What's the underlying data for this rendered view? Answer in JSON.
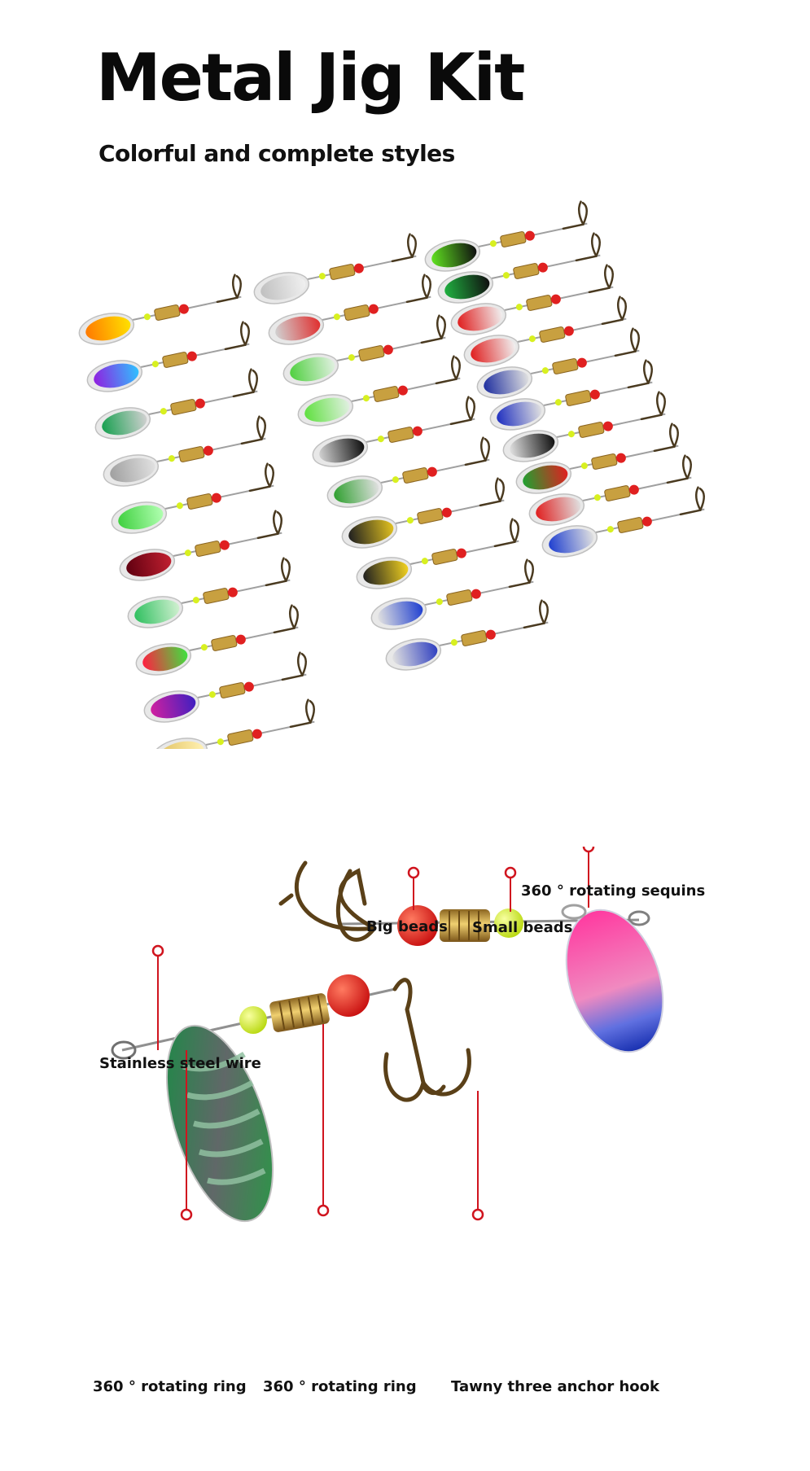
{
  "header": {
    "title": "Metal Jig Kit",
    "subtitle": "Colorful and complete styles"
  },
  "callouts": {
    "rotating_sequins": "360 ° rotating sequins",
    "big_beads": "Big beads",
    "small_beads": "Small beads",
    "stainless_wire": "Stainless steel wire",
    "rotating_ring_left": "360 ° rotating ring",
    "rotating_ring_mid": "360 ° rotating ring",
    "anchor_hook": "Tawny three anchor hook"
  },
  "colors": {
    "callout_red": "#d0141e",
    "brass": "#c8a040",
    "bead_red": "#e02020",
    "bead_yellow": "#d8f020"
  },
  "lure_spoons": [
    [
      "#ff7a00",
      "#ffe000"
    ],
    [
      "#9020e0",
      "#30c0ff"
    ],
    [
      "#18a050",
      "#d0d0d0"
    ],
    [
      "#a0a0a0",
      "#e0e0e0"
    ],
    [
      "#40d040",
      "#b0ffb0"
    ],
    [
      "#600010",
      "#c02030"
    ],
    [
      "#30c060",
      "#d0f0d0"
    ],
    [
      "#ff2040",
      "#40e040"
    ],
    [
      "#d020a0",
      "#4020c0"
    ],
    [
      "#e0c060",
      "#fff0b0"
    ],
    [
      "#c0c0c0",
      "#f0f0f0"
    ],
    [
      "#d0d0d0",
      "#e03030"
    ],
    [
      "#50d040",
      "#e0f0e0"
    ],
    [
      "#60e040",
      "#e0f0e0"
    ],
    [
      "#d0d0d0",
      "#101010"
    ],
    [
      "#30a030",
      "#e0e0e0"
    ],
    [
      "#202020",
      "#e0c020"
    ],
    [
      "#202020",
      "#f0d020"
    ],
    [
      "#e0e0e0",
      "#2040d0"
    ],
    [
      "#e0e0e0",
      "#3040c0"
    ],
    [
      "#60e020",
      "#101010"
    ],
    [
      "#20b040",
      "#101010"
    ],
    [
      "#e02020",
      "#f0f0f0"
    ],
    [
      "#e02020",
      "#f0f0f0"
    ],
    [
      "#2030a0",
      "#e0e0e0"
    ],
    [
      "#2030c0",
      "#e0e0e0"
    ],
    [
      "#e0e0e0",
      "#101010"
    ],
    [
      "#20a030",
      "#e02020"
    ],
    [
      "#e02020",
      "#e0e0e0"
    ],
    [
      "#2040d0",
      "#e0e0e0"
    ]
  ]
}
